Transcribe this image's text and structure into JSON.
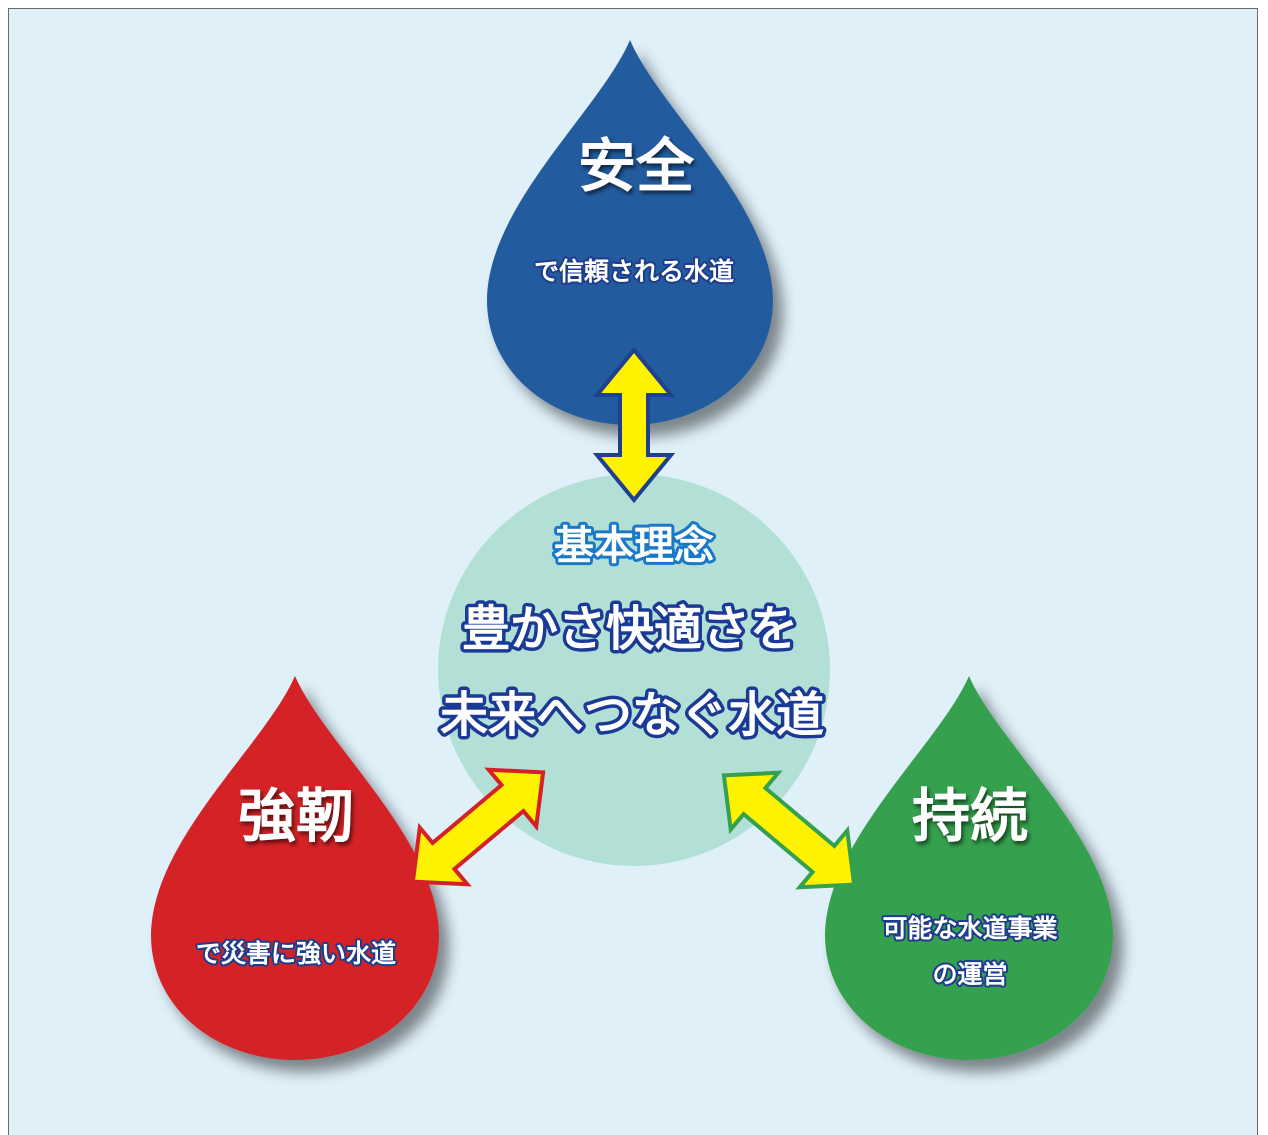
{
  "center": {
    "caption": "基本理念",
    "line1": "豊かさ快適さを",
    "line2": "未来へつなぐ水道"
  },
  "drops": {
    "top": {
      "title": "安全",
      "subtitle": "で信頼される水道",
      "color": "#215c9f"
    },
    "left": {
      "title": "強靭",
      "subtitle": "で災害に強い水道",
      "color": "#d42128"
    },
    "right": {
      "title": "持続",
      "subtitle_line1": "可能な水道事業",
      "subtitle_line2": "の運営",
      "color": "#35a04d"
    }
  },
  "colors": {
    "background": "#dff0f9",
    "center_circle": "#b3e0d6",
    "arrow_fill": "#fff200",
    "arrow_top_outline": "#1f3f8f",
    "arrow_left_outline": "#d42128",
    "arrow_right_outline": "#35a04d"
  }
}
